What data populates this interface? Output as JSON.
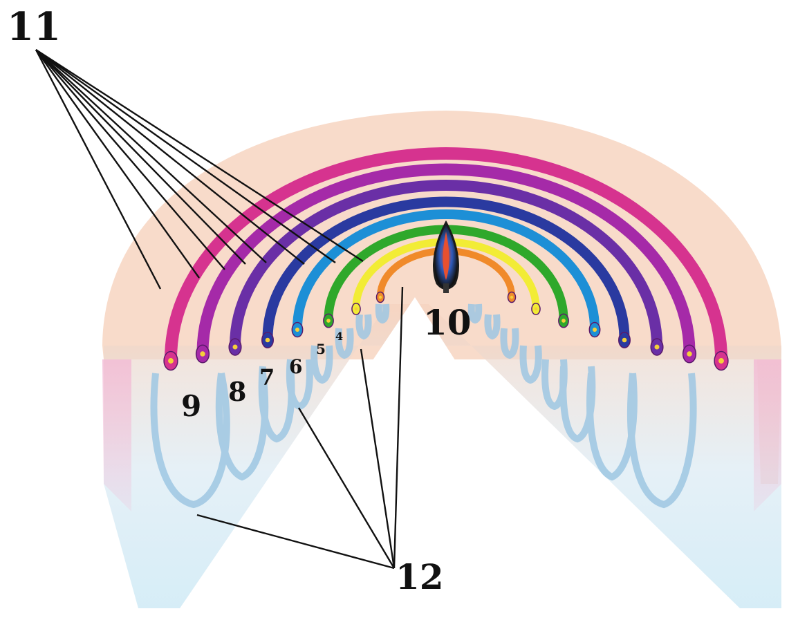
{
  "labels": {
    "l11": "11",
    "l10": "10",
    "l12": "12",
    "l9": "9",
    "l8": "8",
    "l7": "7",
    "l6": "6",
    "l5": "5",
    "l4": "4"
  },
  "rings": [
    {
      "color": "#f08a2a"
    },
    {
      "color": "#f2ec35"
    },
    {
      "color": "#2fa82b"
    },
    {
      "color": "#1d8fd6"
    },
    {
      "color": "#2a3aa0"
    },
    {
      "color": "#6a2fa6"
    },
    {
      "color": "#a52aa8"
    },
    {
      "color": "#d6338f"
    }
  ],
  "colors": {
    "outer_band": "#f6cfb8",
    "translucent_blue": "#bfe3f2",
    "inner_blue": "#9ec7e3",
    "pink_wall": "#f2b9d4",
    "leader_line": "#111111"
  }
}
